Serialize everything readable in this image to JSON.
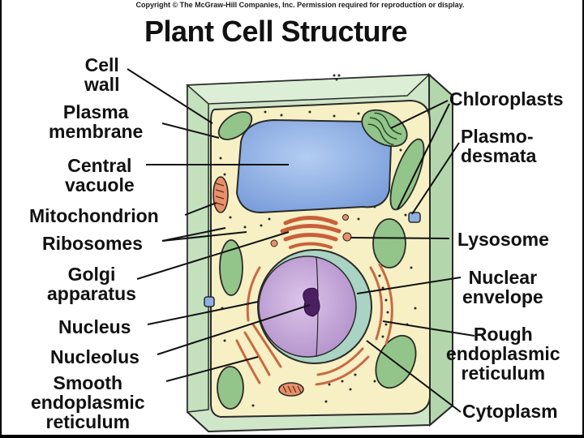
{
  "copyright": "Copyright © The McGraw-Hill Companies, Inc. Permission required for reproduction or display.",
  "title": "Plant Cell Structure",
  "labels": {
    "cell_wall": [
      "Cell",
      "wall"
    ],
    "plasma_membrane": [
      "Plasma",
      "membrane"
    ],
    "central_vacuole": [
      "Central",
      "vacuole"
    ],
    "mitochondrion": "Mitochondrion",
    "ribosomes": "Ribosomes",
    "golgi": [
      "Golgi",
      "apparatus"
    ],
    "nucleus": "Nucleus",
    "nucleolus": "Nucleolus",
    "smooth_er": [
      "Smooth",
      "endoplasmic",
      "reticulum"
    ],
    "chloroplasts": "Chloroplasts",
    "plasmodesmata": [
      "Plasmo-",
      "desmata"
    ],
    "lysosome": "Lysosome",
    "nuclear_envelope": [
      "Nuclear",
      "envelope"
    ],
    "rough_er": [
      "Rough",
      "endoplasmic",
      "reticulum"
    ],
    "cytoplasm": "Cytoplasm"
  },
  "colors": {
    "cell_wall": "#cfe6c8",
    "cytoplasm": "#f6f0c4",
    "vacuole": "#8eb0e4",
    "chloroplast": "#93c58a",
    "nucleus_envelope": "#a9d3c2",
    "nucleoplasm": "#c6a8d8",
    "nucleolus": "#4a2060",
    "organelle": "#e8906a",
    "outline": "#2a2a2a"
  }
}
